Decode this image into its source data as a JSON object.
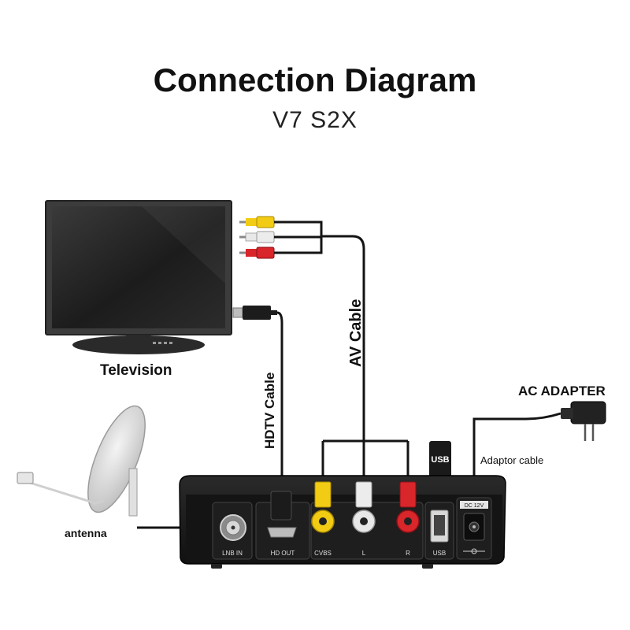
{
  "header": {
    "title": "Connection Diagram",
    "subtitle": "V7 S2X"
  },
  "devices": {
    "television": "Television",
    "antenna": "antenna",
    "ac_adapter": "AC ADAPTER",
    "usb_stick": "USB",
    "power_socket": "DC 12V"
  },
  "cables": {
    "av": "AV Cable",
    "hdtv": "HDTV Cable",
    "adaptor": "Adaptor cable"
  },
  "ports": [
    "LNB IN",
    "HD OUT",
    "CVBS",
    "L",
    "R",
    "USB"
  ],
  "colors": {
    "rca_yellow": "#f2cc14",
    "rca_white": "#e8e8e8",
    "rca_red": "#d8262b",
    "device_body": "#1b1b1b",
    "cable": "#141414"
  }
}
